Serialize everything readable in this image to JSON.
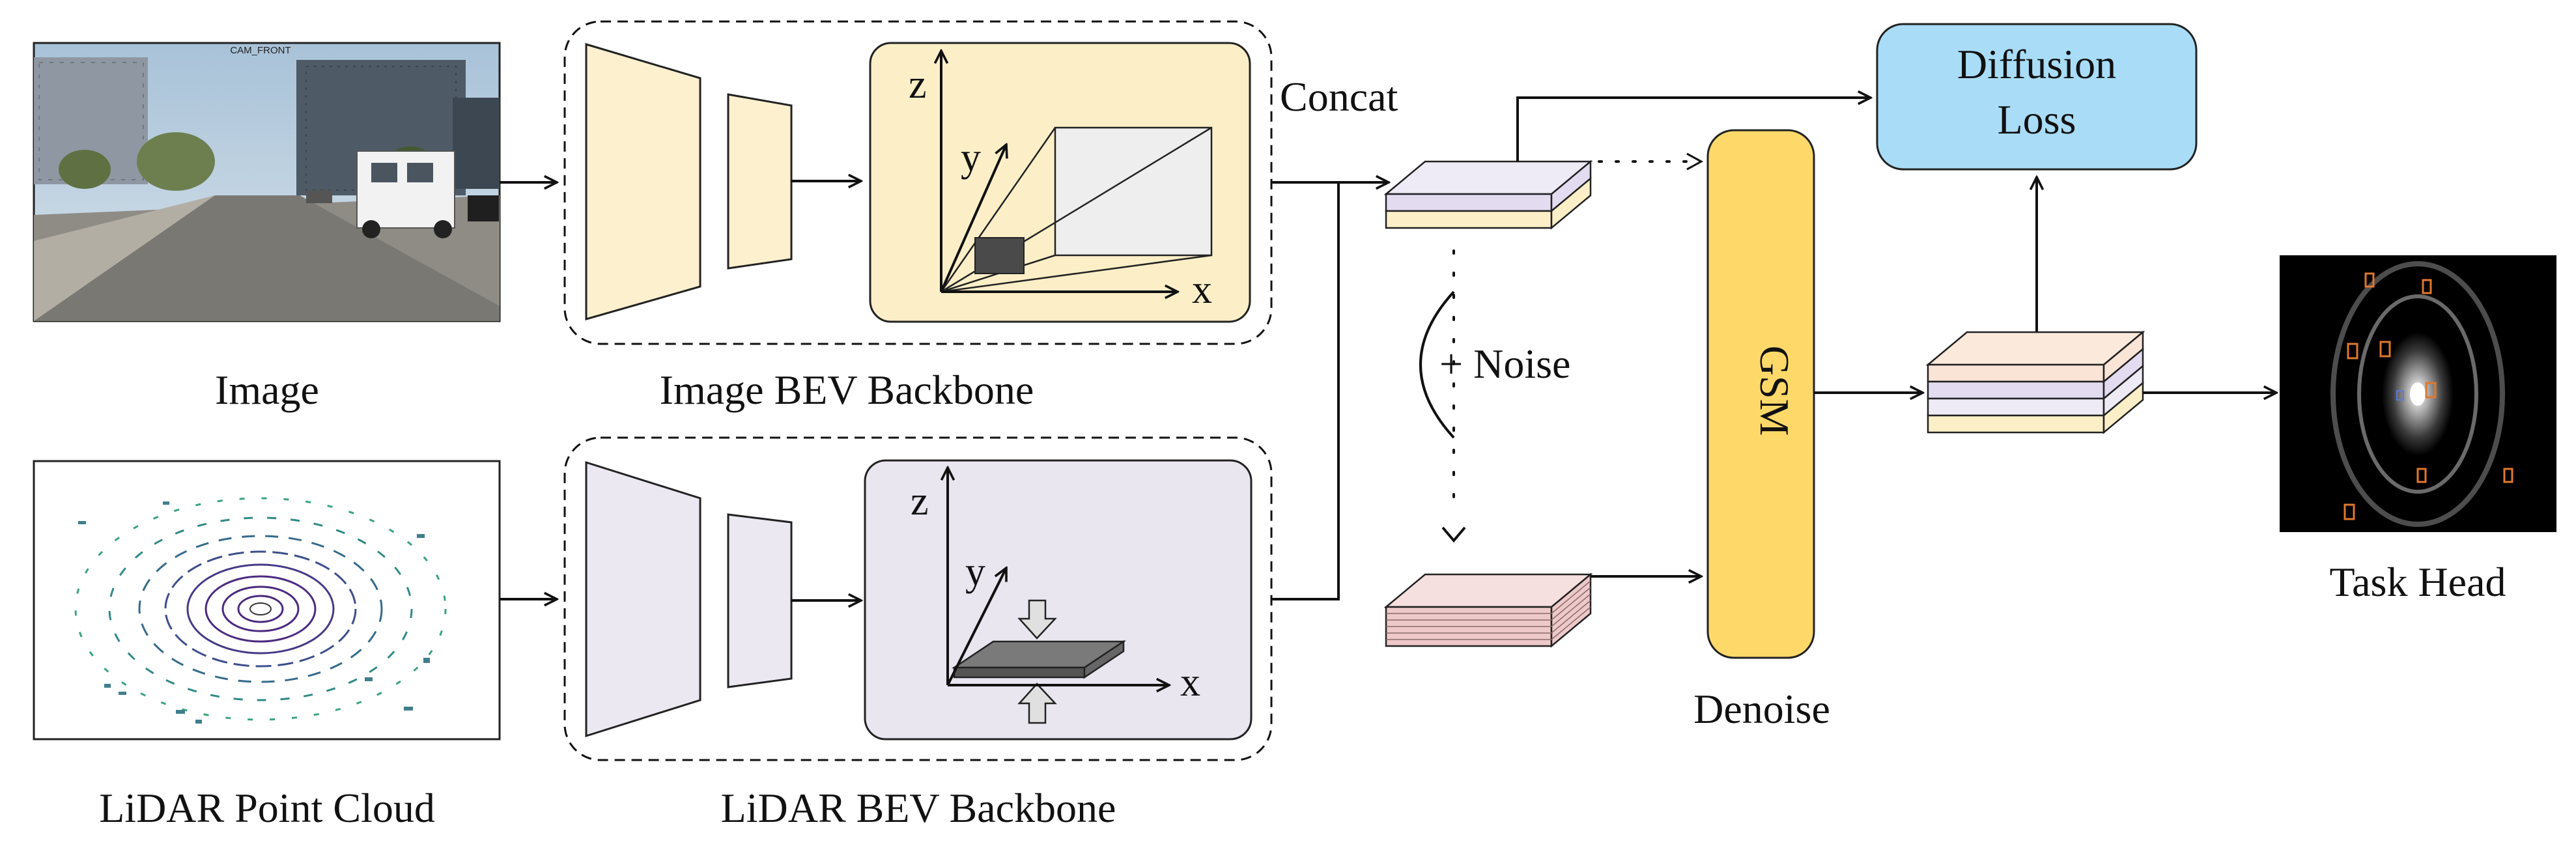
{
  "labels": {
    "image": "Image",
    "camera_tag": "CAM_FRONT",
    "image_bev_backbone": "Image BEV Backbone",
    "lidar_point_cloud": "LiDAR Point Cloud",
    "lidar_bev_backbone": "LiDAR BEV Backbone",
    "concat": "Concat",
    "noise": "+ Noise",
    "gsm": "GSM",
    "denoise": "Denoise",
    "diffusion_loss_line1": "Diffusion",
    "diffusion_loss_line2": "Loss",
    "task_head": "Task Head"
  },
  "axes": {
    "x": "x",
    "y": "y",
    "z": "z"
  },
  "colors": {
    "image_branch_fill": "#fdf0cf",
    "image_bev_panel": "#fcefc8",
    "lidar_branch_fill": "#ebe8f2",
    "lidar_bev_panel": "#e9e6f0",
    "gsm_fill": "#fed96a",
    "diffusion_loss_fill": "#a9dcf7",
    "noise_tensor_fill": "#f3d9d9",
    "feature_layer_yellow": "#fcefc8",
    "feature_layer_lavender": "#e3dcf1",
    "feature_layer_peach": "#f9e4d6",
    "line": "#111111"
  }
}
